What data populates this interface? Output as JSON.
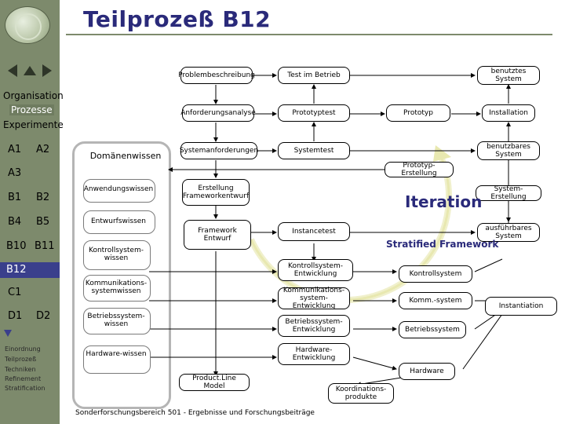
{
  "title": "Teilprozeß B12",
  "sidebar": {
    "sections": [
      "Organisation",
      "Prozesse",
      "Experimente"
    ],
    "rows": [
      [
        "A1",
        "A2"
      ],
      [
        "A3"
      ],
      [
        "B1",
        "B2"
      ],
      [
        "B4",
        "B5"
      ],
      [
        "B10",
        "B11"
      ],
      [
        "B12"
      ],
      [
        "C1"
      ],
      [
        "D1",
        "D2"
      ]
    ],
    "small_links": [
      "Einordnung",
      "Teilprozeß",
      "Techniken",
      "Refinement",
      "Stratification"
    ]
  },
  "diagram": {
    "boxes": {
      "problembeschreibung": "Problembeschreibung",
      "test_im_betrieb": "Test im Betrieb",
      "benutztes_system": "benutztes System",
      "anforderungsanalyse": "Anforderungsanalyse",
      "prototyptest": "Prototyptest",
      "prototyp": "Prototyp",
      "installation": "Installation",
      "systemanforderungen": "Systemanforderungen",
      "systemtest": "Systemtest",
      "benutzbares_system": "benutzbares System",
      "domaenenwissen": "Domänenwissen",
      "prototyp_erstellung": "Prototyp-Erstellung",
      "anwendungswissen": "Anwendungswissen",
      "erstellung_framework": "Erstellung Frameworkentwurf",
      "system_erstellung": "System-Erstellung",
      "entwurfswissen": "Entwurfswissen",
      "framework_entwurf": "Framework Entwurf",
      "instancetest": "Instancetest",
      "ausfuehrbares_system": "ausführbares System",
      "kontrollsystemwissen": "Kontrollsystem-wissen",
      "kontrollsystem_entwicklung": "Kontrollsystem-Entwicklung",
      "kontrollsystem": "Kontrollsystem",
      "kommunikationssystemwissen": "Kommunikations-systemwissen",
      "kommunikationssystem_entwicklung": "Kommunikations-system-Entwicklung",
      "komm_system": "Komm.-system",
      "instantiation": "Instantiation",
      "betriebssystemwissen": "Betriebssystem-wissen",
      "betriebssystem_entwicklung": "Betriebssystem-Entwicklung",
      "betriebssystem": "Betriebssystem",
      "hardwarewissen": "Hardware-wissen",
      "hardware_entwicklung": "Hardware-Entwicklung",
      "hardware": "Hardware",
      "productline_model": "Product.Line Model",
      "koordinationsprodukte": "Koordinations-produkte"
    },
    "iteration": "Iteration",
    "stratified_framework": "Stratified Framework"
  },
  "footer": "Sonderforschungsbereich 501 - Ergebnisse und Forschungsbeiträge",
  "colors": {
    "sidebar": "#7d8a6c",
    "title": "#2a2a7a",
    "selected": "#3a3f8c"
  }
}
